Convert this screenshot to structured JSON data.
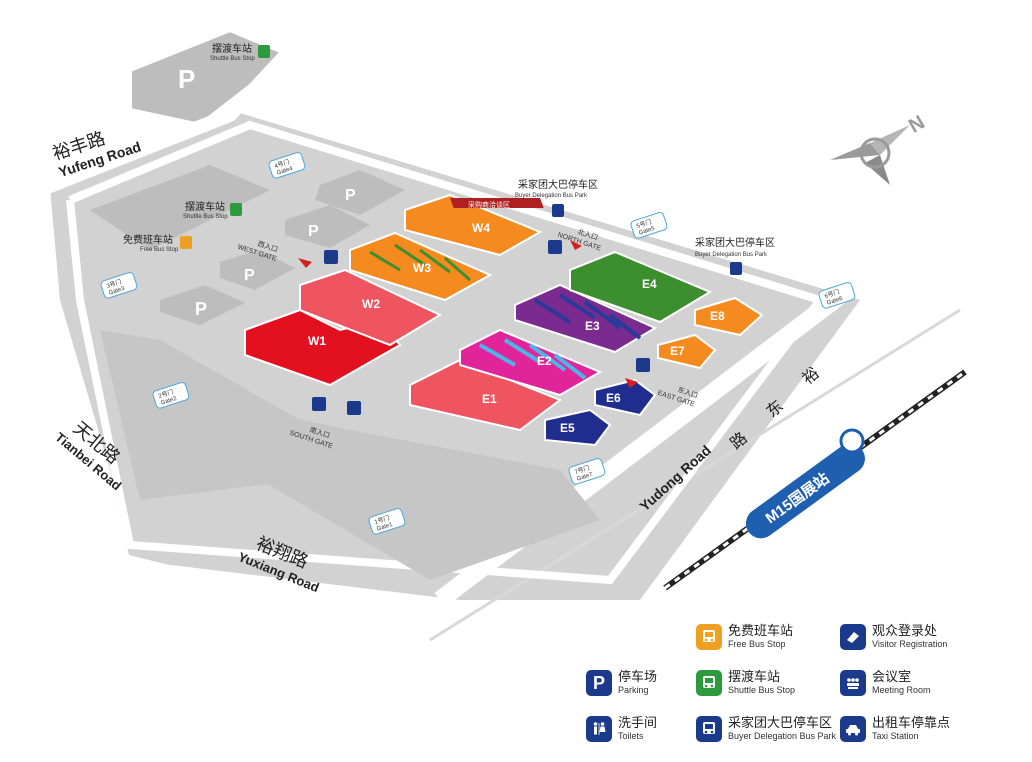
{
  "roads": {
    "yufeng_zh": "裕丰路",
    "yufeng_en": "Yufeng Road",
    "tianbei_zh": "天北路",
    "tianbei_en": "Tianbei Road",
    "yuxiang_zh": "裕翔路",
    "yuxiang_en": "Yuxiang Road",
    "yudong_zh1": "裕",
    "yudong_zh2": "东",
    "yudong_zh3": "路",
    "yudong_en": "Yudong Road"
  },
  "metro": {
    "label": "M15国展站"
  },
  "halls": {
    "w1": "W1",
    "w2": "W2",
    "w3": "W3",
    "w4": "W4",
    "e1": "E1",
    "e2": "E2",
    "e3": "E3",
    "e4": "E4",
    "e5": "E5",
    "e6": "E6",
    "e7": "E7",
    "e8": "E8"
  },
  "gates": {
    "g1_zh": "1号门",
    "g1_en": "Gate1",
    "g2_zh": "2号门",
    "g2_en": "Gate2",
    "g3_zh": "3号门",
    "g3_en": "Gate3",
    "g4_zh": "4号门",
    "g4_en": "Gate4",
    "g5_zh": "5号门",
    "g5_en": "Gate5",
    "g6_zh": "6号门",
    "g6_en": "Gate6",
    "g7_zh": "7号门",
    "g7_en": "Gate7"
  },
  "entrances": {
    "west_zh": "西入口",
    "west_en": "WEST GATE",
    "north_zh": "北入口",
    "north_en": "NORTH GATE",
    "east_zh": "东入口",
    "east_en": "EAST GATE",
    "south_zh": "南入口",
    "south_en": "SOUTH GATE"
  },
  "parking_symbol": "P",
  "map_labels": {
    "shuttle_top_zh": "摆渡车站",
    "shuttle_top_en": "Shuttle Bus Stop",
    "shuttle_mid_zh": "摆渡车站",
    "shuttle_mid_en": "Shuttle Bus Stop",
    "freebus_zh": "免费班车站",
    "freebus_en": "Free Bus Stop",
    "buyer_north_zh": "采家团大巴停车区",
    "buyer_north_en": "Buyer Delegation Bus Park",
    "buyer_east_zh": "采家团大巴停车区",
    "buyer_east_en": "Buyer Delegation Bus Park",
    "w4_banner": "采购商洽谈区"
  },
  "compass": {
    "north": "N"
  },
  "legend": [
    {
      "zh": "免费班车站",
      "en": "Free Bus Stop",
      "icon": "bus-icon",
      "color": "#F0A020"
    },
    {
      "zh": "观众登录处",
      "en": "Visitor Registration",
      "icon": "registration-icon",
      "color": "#1B3A8C"
    },
    {
      "zh": "停车场",
      "en": "Parking",
      "icon": "parking-icon",
      "color": "#1B3A8C"
    },
    {
      "zh": "摆渡车站",
      "en": "Shuttle Bus Stop",
      "icon": "shuttle-bus-icon",
      "color": "#2E9A3E"
    },
    {
      "zh": "会议室",
      "en": "Meeting Room",
      "icon": "meeting-room-icon",
      "color": "#1B3A8C"
    },
    {
      "zh": "洗手间",
      "en": "Toilets",
      "icon": "toilet-icon",
      "color": "#1B3A8C"
    },
    {
      "zh": "采家团大巴停车区",
      "en": "Buyer Delegation Bus Park",
      "icon": "bus-icon",
      "color": "#1B3A8C"
    },
    {
      "zh": "出租车停靠点",
      "en": "Taxi Station",
      "icon": "taxi-icon",
      "color": "#1B3A8C"
    }
  ],
  "colors": {
    "w1": "#E3101F",
    "w2": "#EE5560",
    "w3": "#F58A1F",
    "w4": "#F58A1F",
    "e1": "#EE5560",
    "e2": "#E2249A",
    "e3": "#7B2B8F",
    "e4": "#3C8E2E",
    "e5": "#1F2D8C",
    "e6": "#1F2D8C",
    "e7": "#F58A1F",
    "e8": "#F58A1F",
    "ground": "#C8C8C8",
    "road": "#FFFFFF",
    "navy": "#1B3A8C"
  }
}
